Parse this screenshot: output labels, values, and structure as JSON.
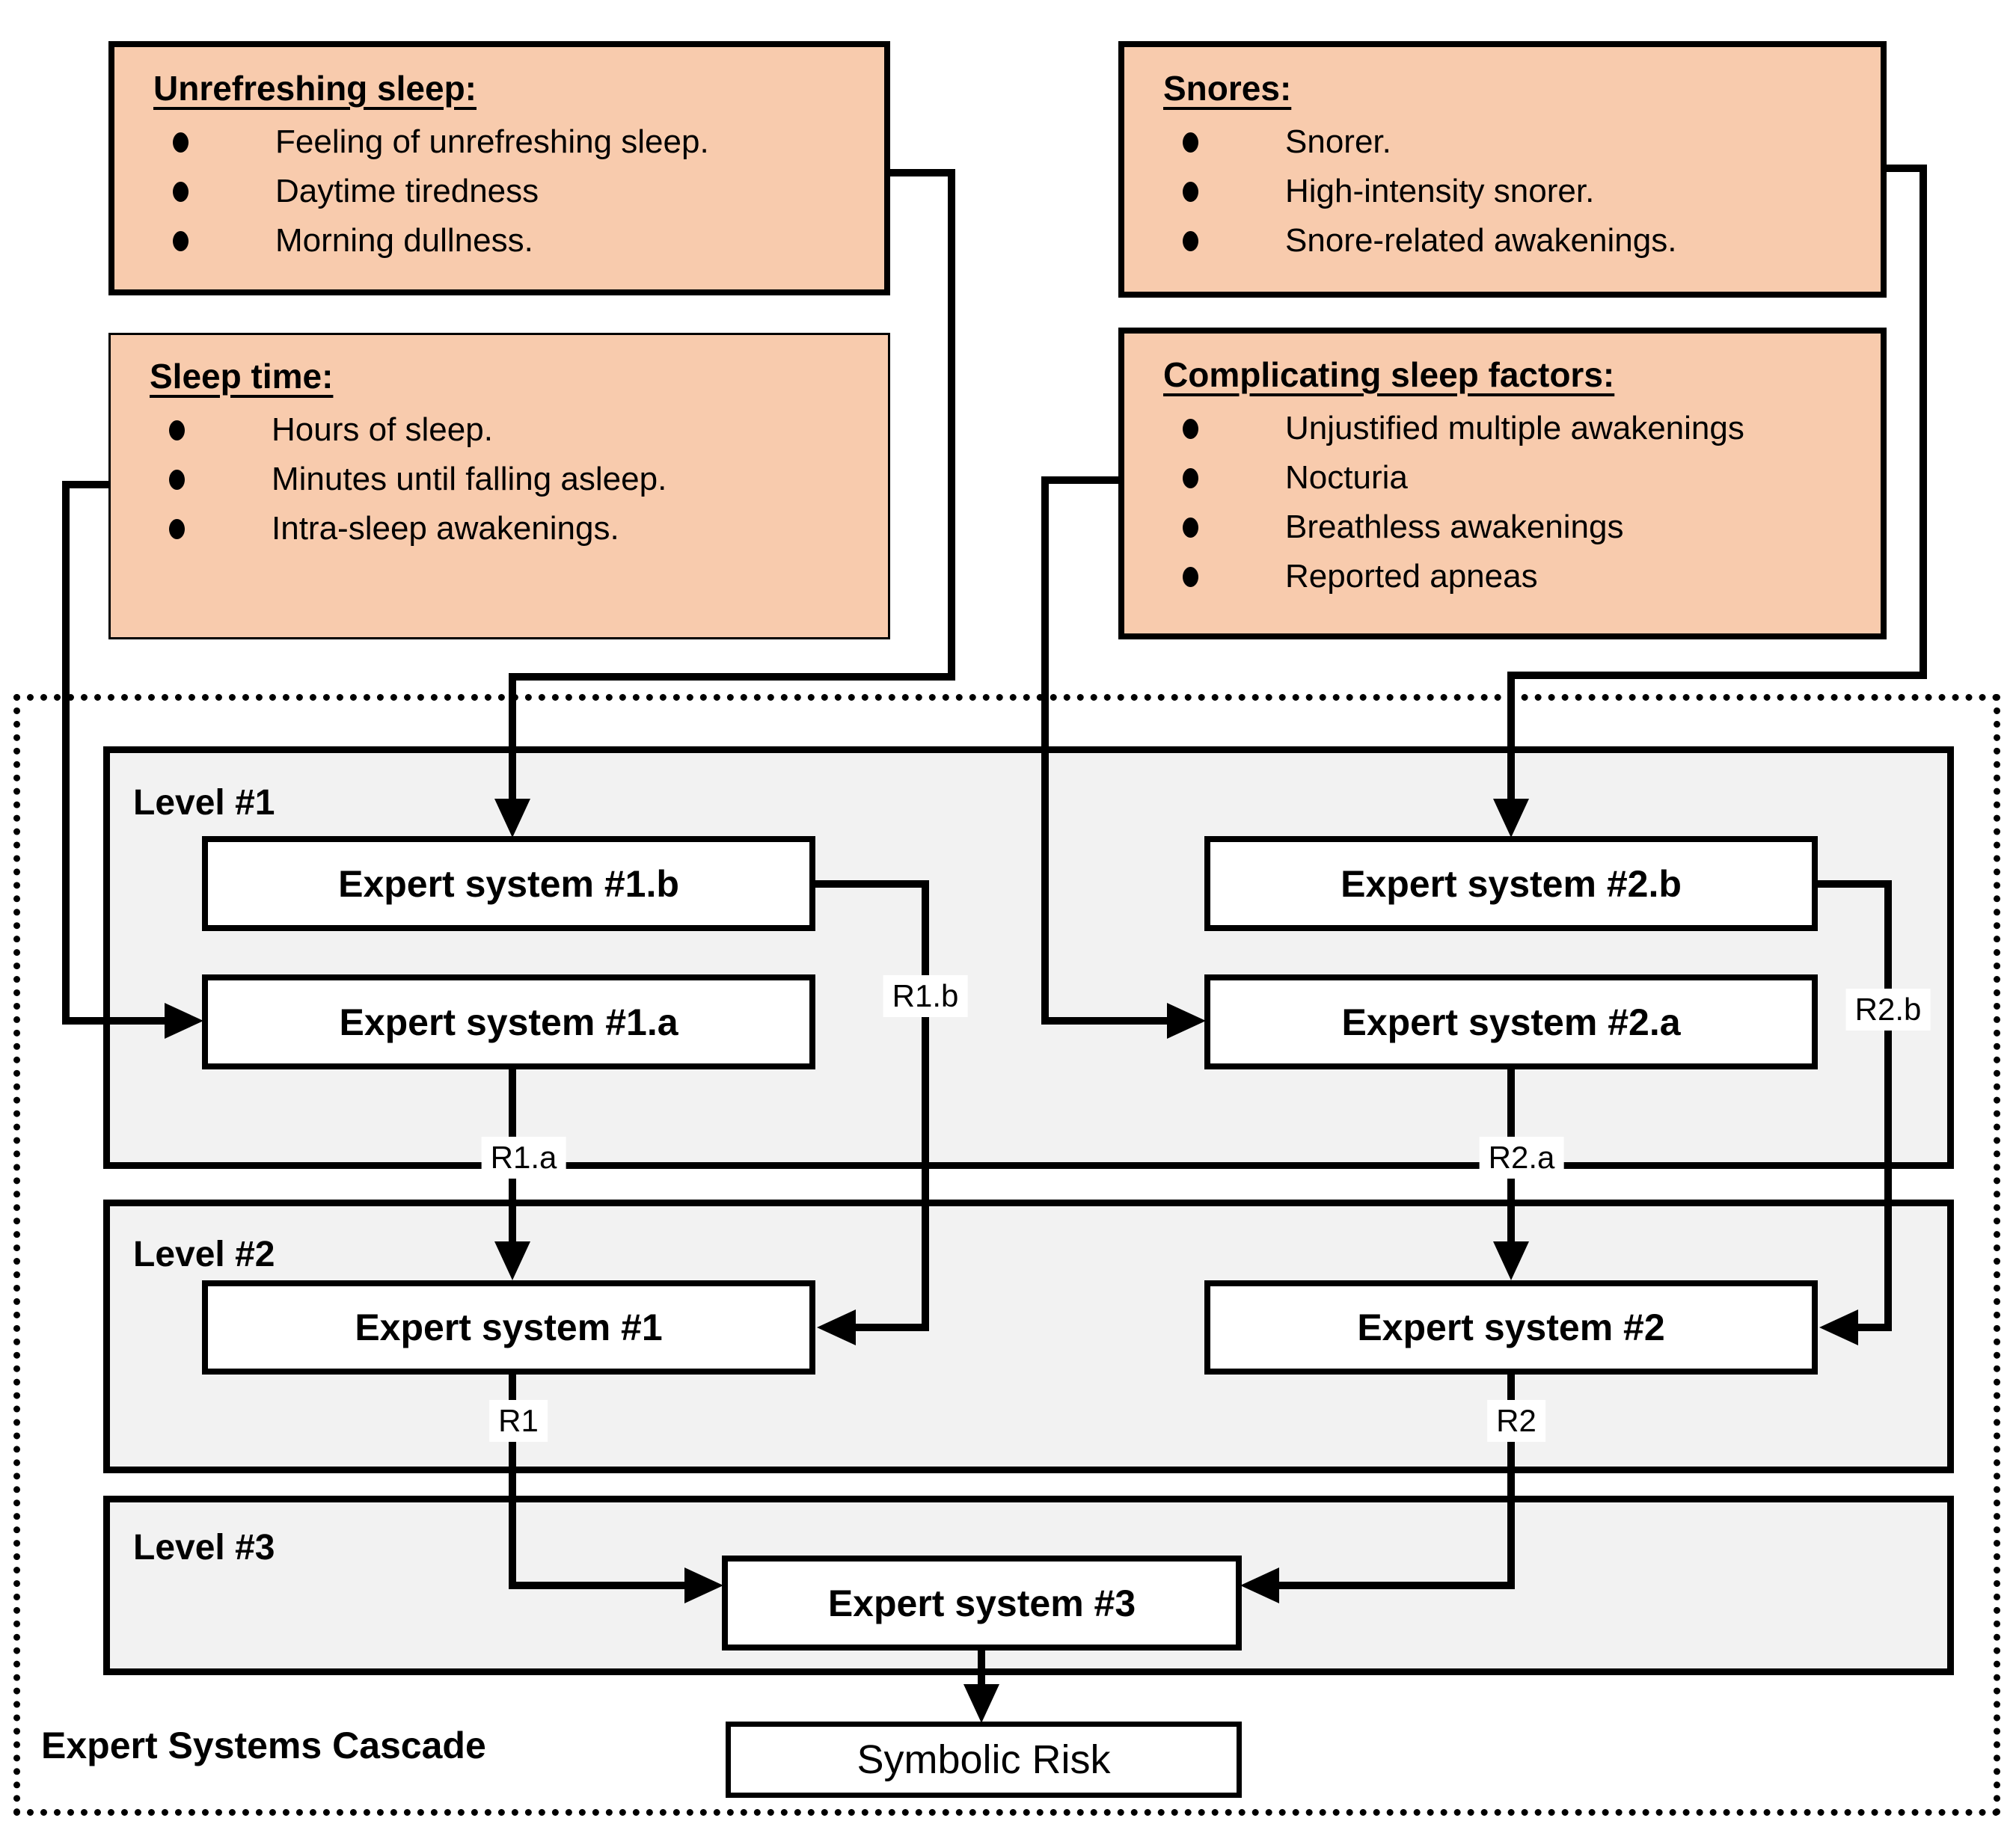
{
  "inputs": [
    {
      "title": "Unrefreshing sleep:",
      "bullets": [
        "Feeling of unrefreshing sleep.",
        "Daytime tiredness",
        "Morning dullness."
      ]
    },
    {
      "title": "Sleep time:",
      "bullets": [
        "Hours of sleep.",
        "Minutes until falling asleep.",
        "Intra-sleep awakenings."
      ]
    },
    {
      "title": "Snores:",
      "bullets": [
        "Snorer.",
        "High-intensity snorer.",
        "Snore-related awakenings."
      ]
    },
    {
      "title": "Complicating sleep factors:",
      "bullets": [
        "Unjustified multiple awakenings",
        "Nocturia",
        "Breathless awakenings",
        "Reported apneas"
      ]
    }
  ],
  "cascade": {
    "label": "Expert Systems Cascade",
    "levels": [
      {
        "label": "Level #1"
      },
      {
        "label": "Level #2"
      },
      {
        "label": "Level #3"
      }
    ],
    "systems": {
      "es1b": "Expert system #1.b",
      "es1a": "Expert system #1.a",
      "es2b": "Expert system #2.b",
      "es2a": "Expert system #2.a",
      "es1": "Expert system #1",
      "es2": "Expert system #2",
      "es3": "Expert system #3"
    },
    "output": {
      "symbolic_risk": "Symbolic Risk"
    },
    "connector_labels": {
      "r1a": "R1.a",
      "r1b": "R1.b",
      "r2a": "R2.a",
      "r2b": "R2.b",
      "r1": "R1",
      "r2": "R2"
    }
  },
  "colors": {
    "input_fill": "#F8CBAD",
    "panel_fill": "#F2F2F2",
    "line": "#000000"
  }
}
